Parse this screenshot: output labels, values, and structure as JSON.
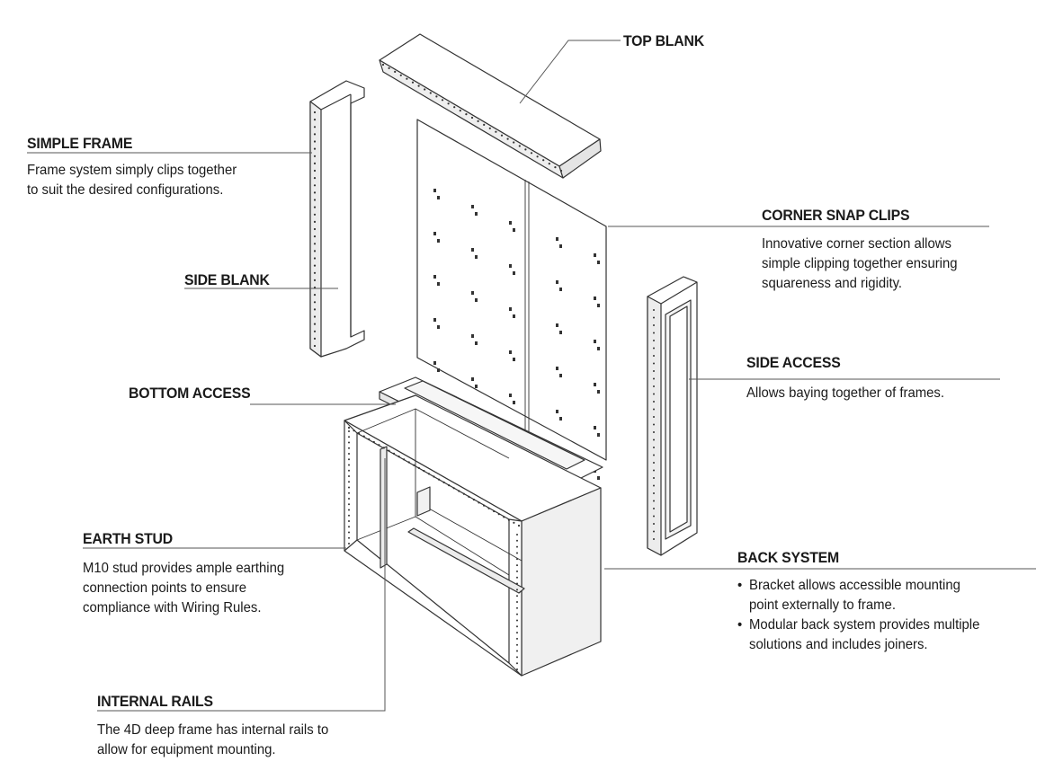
{
  "callouts": {
    "top_blank": {
      "title": "TOP BLANK"
    },
    "simple_frame": {
      "title": "SIMPLE FRAME",
      "lines": [
        "Frame system simply clips together",
        "to suit the desired configurations."
      ]
    },
    "corner_snap_clips": {
      "title": "CORNER SNAP CLIPS",
      "lines": [
        "Innovative corner section allows",
        "simple clipping together ensuring",
        "squareness and rigidity."
      ]
    },
    "side_blank": {
      "title": "SIDE BLANK"
    },
    "side_access": {
      "title": "SIDE ACCESS",
      "lines": [
        "Allows baying together of frames."
      ]
    },
    "bottom_access": {
      "title": "BOTTOM ACCESS"
    },
    "earth_stud": {
      "title": "EARTH STUD",
      "lines": [
        "M10 stud provides ample earthing",
        "connection points to ensure",
        "compliance with Wiring Rules."
      ]
    },
    "back_system": {
      "title": "BACK SYSTEM",
      "bullets": [
        {
          "line1": "Bracket allows accessible mounting",
          "line2": "point externally to frame."
        },
        {
          "line1": "Modular back system provides multiple",
          "line2": "solutions and includes joiners."
        }
      ]
    },
    "internal_rails": {
      "title": "INTERNAL RAILS",
      "lines": [
        "The 4D deep frame has internal rails to",
        "allow for equipment mounting."
      ]
    }
  },
  "colors": {
    "text": "#1a1a1a",
    "line": "#333333",
    "leader": "#555555",
    "fill": "#ffffff",
    "shade": "#e8e8e8"
  }
}
